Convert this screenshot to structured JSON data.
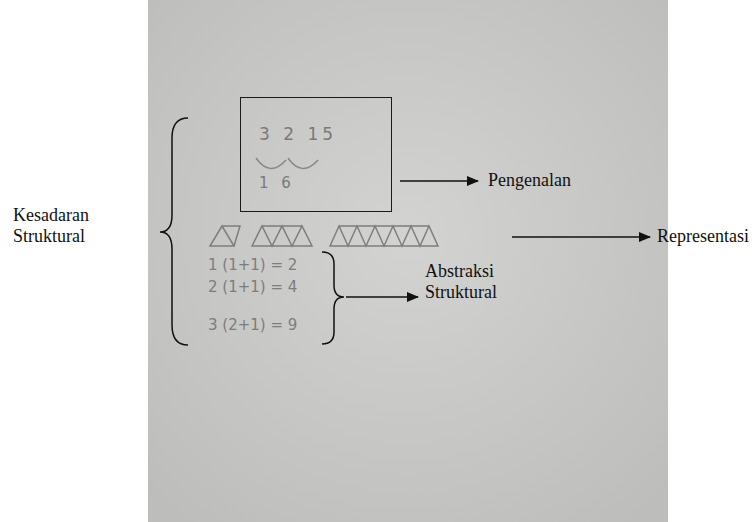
{
  "diagram": {
    "nodes": [
      {
        "text": [
          "3 2 15",
          "1 6"
        ]
      }
    ],
    "labels": [
      "Kesadaran Struktural",
      "Pengenalan",
      "Representasi",
      "Abstraksi Struktural",
      "1 (1+1) = 2",
      "2 (1+1) = 4",
      "3 (2+1) = 9"
    ]
  }
}
